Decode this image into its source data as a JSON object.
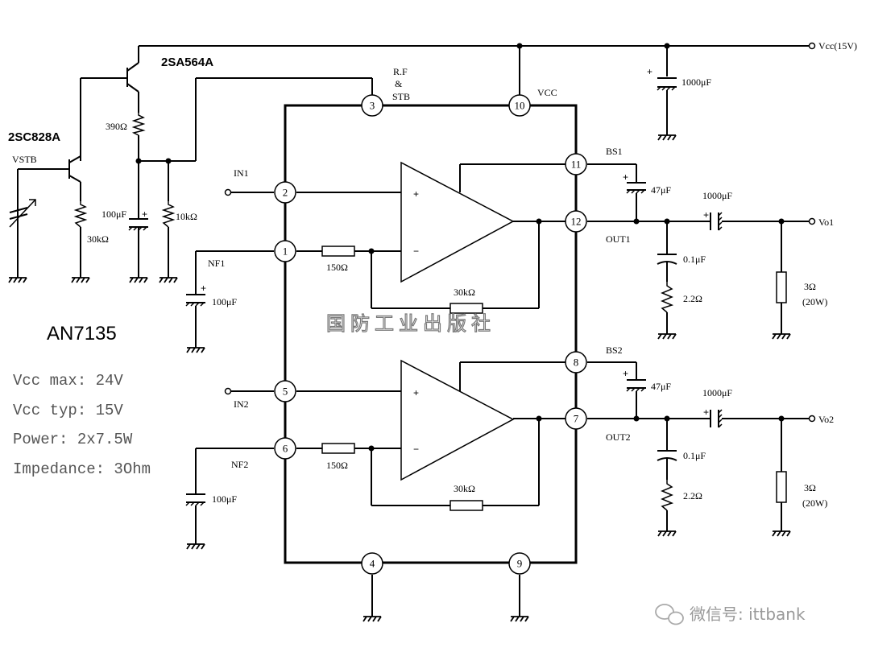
{
  "vcc_label": "Vcc(15V)",
  "chip": {
    "name": "AN7135",
    "specs": [
      "Vcc max: 24V",
      "Vcc typ: 15V",
      "Power: 2x7.5W",
      "Impedance: 3Ohm"
    ]
  },
  "transistors": {
    "q1": "2SA564A",
    "q2": "2SC828A"
  },
  "vstb": "VSTB",
  "pins": {
    "p1": "1",
    "p2": "2",
    "p3": "3",
    "p4": "4",
    "p5": "5",
    "p6": "6",
    "p7": "7",
    "p8": "8",
    "p9": "9",
    "p10": "10",
    "p11": "11",
    "p12": "12"
  },
  "pin_labels": {
    "rf": "R.F",
    "amp": "&",
    "stb": "STB",
    "vcc_pin": "VCC",
    "in1": "IN1",
    "in2": "IN2",
    "nf1": "NF1",
    "nf2": "NF2",
    "bs1": "BS1",
    "bs2": "BS2",
    "out1": "OUT1",
    "out2": "OUT2",
    "vo1": "Vo1",
    "vo2": "Vo2"
  },
  "components": {
    "r390": "390Ω",
    "c100_stb": "100μF",
    "r10k": "10kΩ",
    "r30k_stb": "30kΩ",
    "c1000_vcc": "1000μF",
    "c100_nf1": "100μF",
    "c100_nf2": "100μF",
    "r150_1": "150Ω",
    "r150_2": "150Ω",
    "r30k_fb1": "30kΩ",
    "r30k_fb2": "30kΩ",
    "c47_1": "47μF",
    "c47_2": "47μF",
    "c1000_out1": "1000μF",
    "c1000_out2": "1000μF",
    "c01_1": "0.1μF",
    "c01_2": "0.1μF",
    "r22_1": "2.2Ω",
    "r22_2": "2.2Ω",
    "load1": "3Ω",
    "load1_w": "(20W)",
    "load2": "3Ω",
    "load2_w": "(20W)"
  },
  "opamp_signs": {
    "plus": "+",
    "minus": "−"
  },
  "watermark": "国防工业出版社",
  "footer": "微信号: ittbank"
}
